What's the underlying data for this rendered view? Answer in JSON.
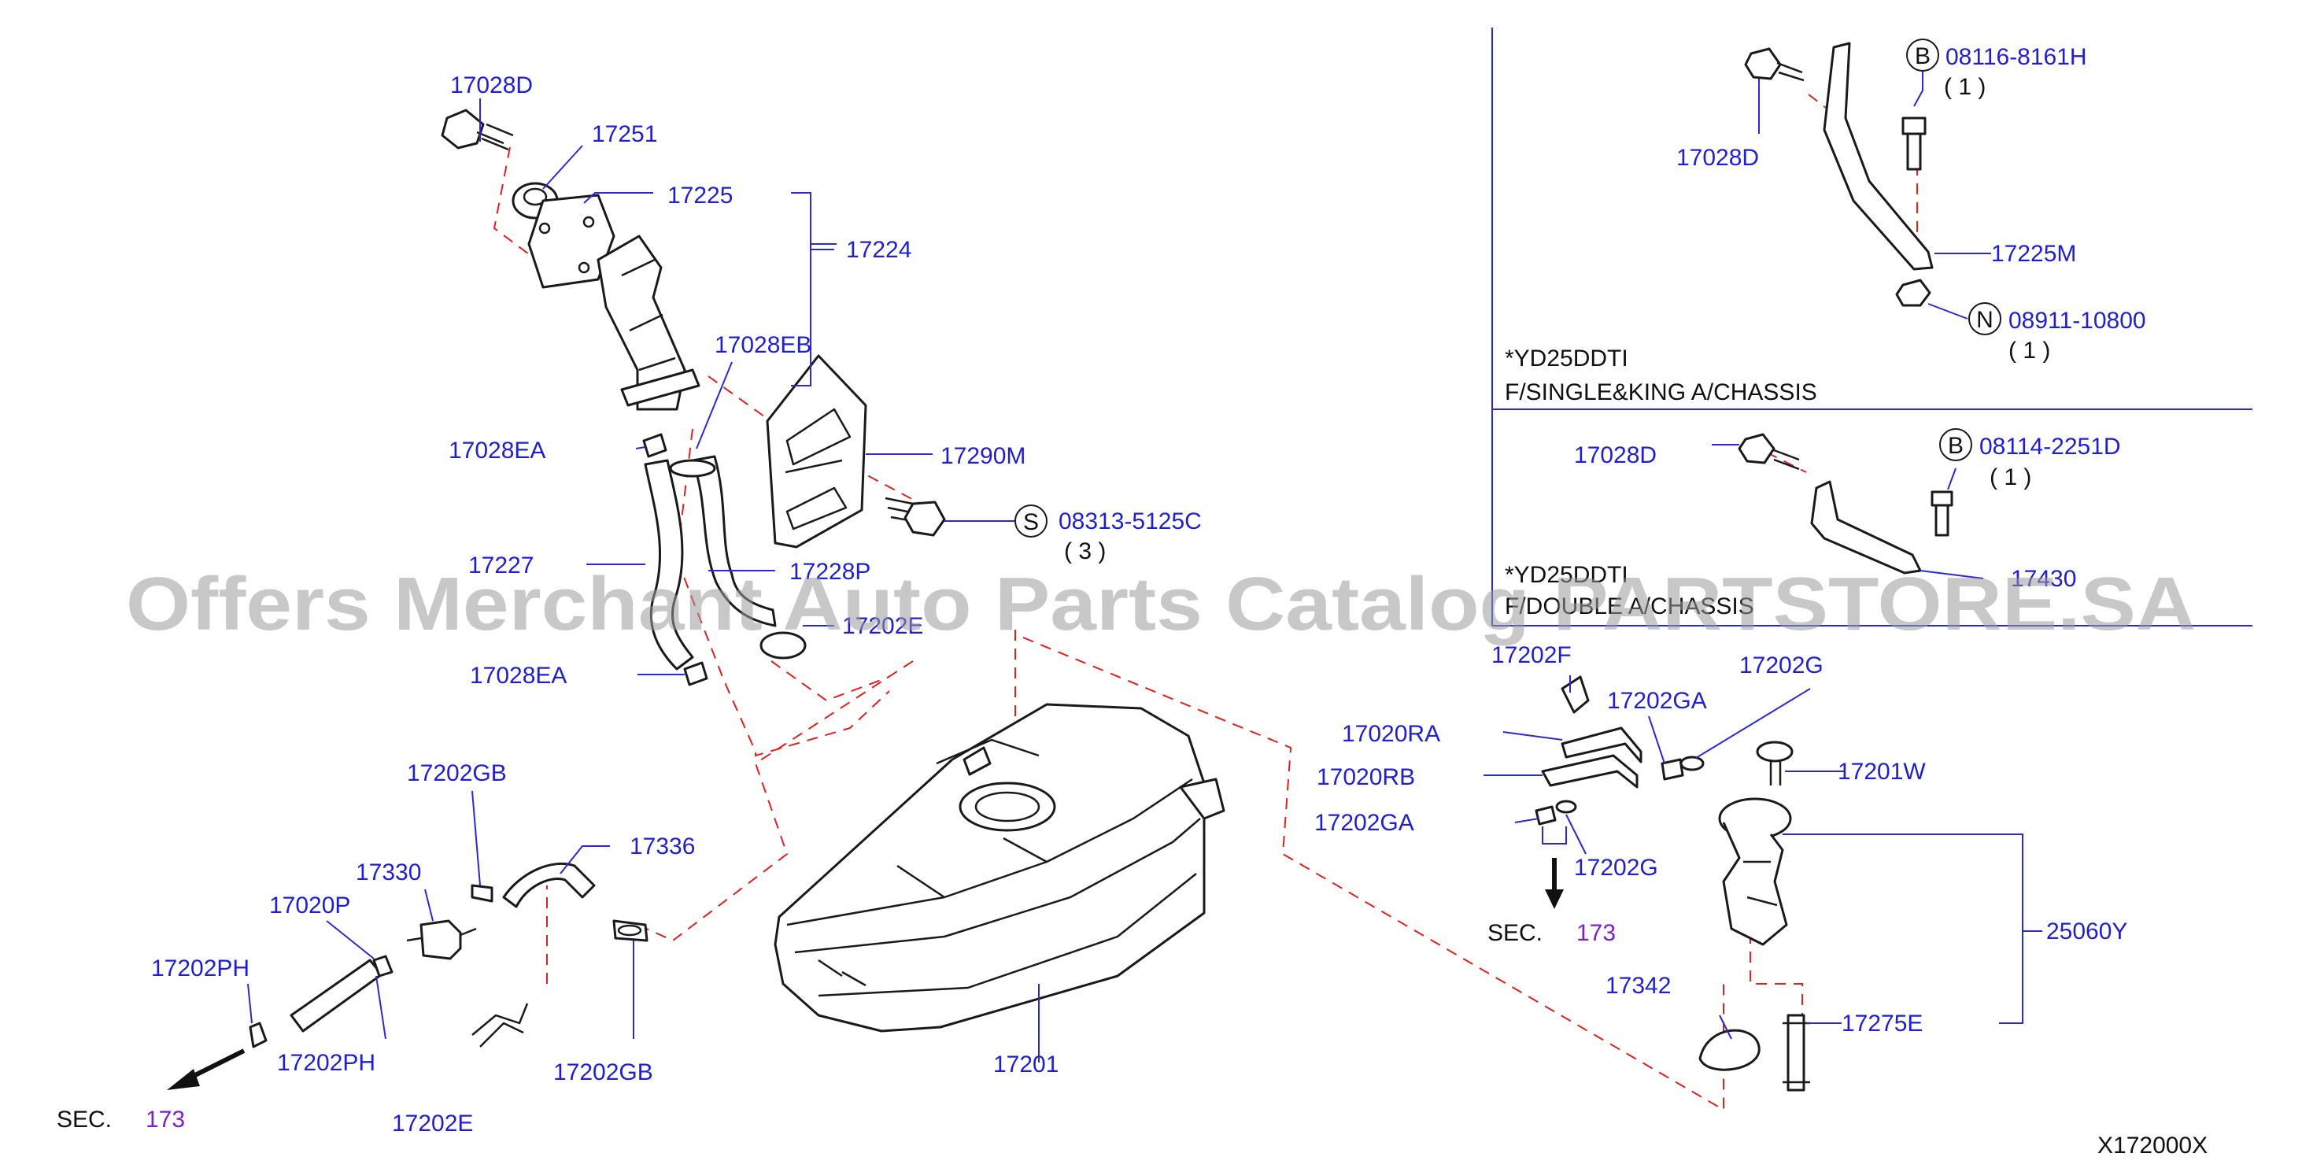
{
  "callouts": {
    "p17028D_top": "17028D",
    "p17251": "17251",
    "p17225": "17225",
    "p17224": "17224",
    "p17028EB": "17028EB",
    "p17028EA_1": "17028EA",
    "p17290M": "17290M",
    "p08313": "08313-5125C",
    "q08313": "( 3 )",
    "p17227": "17227",
    "p17228P": "17228P",
    "p17202E_top": "17202E",
    "p17028EA_2": "17028EA",
    "p17202GB_1": "17202GB",
    "p17336": "17336",
    "p17330": "17330",
    "p17020P": "17020P",
    "p17202PH_1": "17202PH",
    "p17202PH_2": "17202PH",
    "p17202GB_2": "17202GB",
    "p17202E_bot": "17202E",
    "p17201": "17201",
    "p17202F": "17202F",
    "p17202G_1": "17202G",
    "p17202GA_1": "17202GA",
    "p17020RA": "17020RA",
    "p17020RB": "17020RB",
    "p17202GA_2": "17202GA",
    "p17202G_2": "17202G",
    "p17201W": "17201W",
    "p25060Y": "25060Y",
    "p17342": "17342",
    "p17275E": "17275E",
    "p17028D_r1": "17028D",
    "p08116": "08116-8161H",
    "q08116": "( 1 )",
    "p17225M": "17225M",
    "p08911": "08911-10800",
    "q08911": "( 1 )",
    "p17028D_r2": "17028D",
    "p08114": "08114-2251D",
    "q08114": "( 1 )",
    "p17430": "17430"
  },
  "markers": {
    "b1": "B",
    "n1": "N",
    "b2": "B",
    "s1": "S"
  },
  "sections": {
    "sec_left_label": "SEC.",
    "sec_left_num": "173",
    "sec_right_label": "SEC.",
    "sec_right_num": "173"
  },
  "notes": {
    "panel1_line1": "*YD25DDTI",
    "panel1_line2": "F/SINGLE&KING A/CHASSIS",
    "panel2_line1": "*YD25DDTI",
    "panel2_line2": "F/DOUBLE A/CHASSIS"
  },
  "diagram_code": "X172000X",
  "watermark": "Offers Merchant Auto Parts Catalog PARTSTORE.SA",
  "colors": {
    "label_blue": "#1f1fd0",
    "section_purple": "#7a22c8",
    "dash_red": "#e02020",
    "line_black": "#1a1a1a"
  }
}
